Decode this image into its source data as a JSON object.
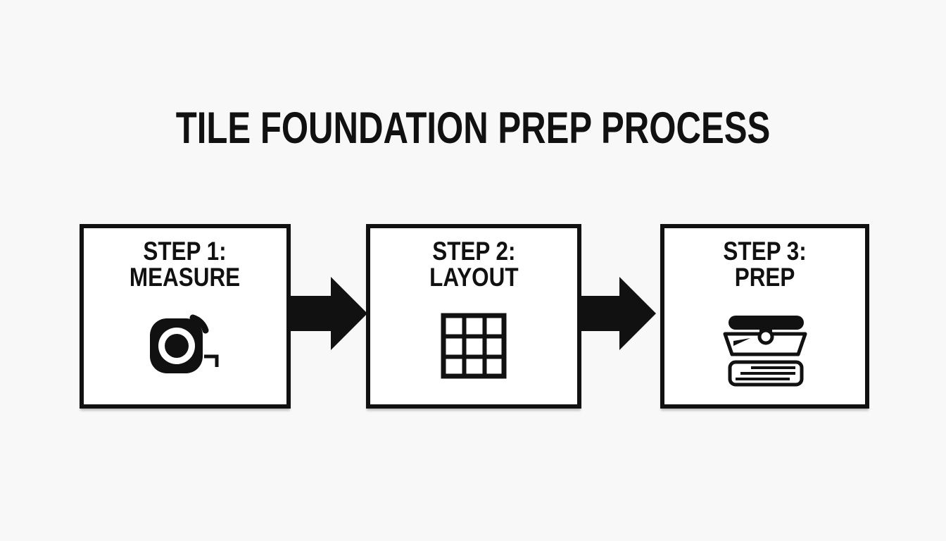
{
  "title": "TILE FOUNDATION PREP PROCESS",
  "colors": {
    "ink": "#111111",
    "background": "#f8f8f8",
    "box_fill": "#ffffff"
  },
  "steps": [
    {
      "step_label": "STEP 1:",
      "name": "MEASURE",
      "icon": "tape-measure-icon"
    },
    {
      "step_label": "STEP 2:",
      "name": "LAYOUT",
      "icon": "grid-icon"
    },
    {
      "step_label": "STEP 3:",
      "name": "PREP",
      "icon": "trowel-icon"
    }
  ],
  "connectors": [
    {
      "type": "arrow-right"
    },
    {
      "type": "arrow-right"
    }
  ]
}
